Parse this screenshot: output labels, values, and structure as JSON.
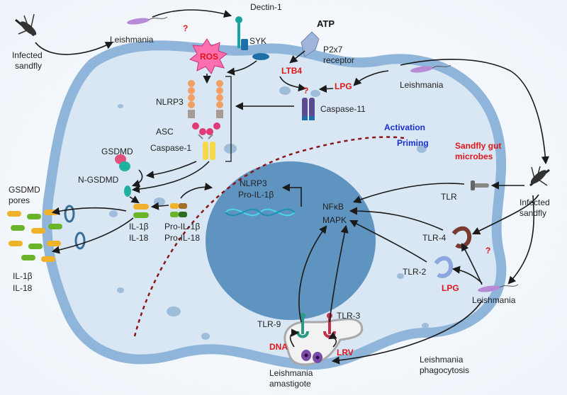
{
  "labels": {
    "infected_sandfly": [
      "Infected",
      "sandfly"
    ],
    "leishmania": "Leishmania",
    "dectin1": "Dectin-1",
    "syk": "SYK",
    "ros": "ROS",
    "atp": "ATP",
    "p2x7": [
      "P2x7",
      "receptor"
    ],
    "ltb4": "LTB4",
    "lpg": "LPG",
    "nlrp3": "NLRP3",
    "asc": "ASC",
    "caspase1": "Caspase-1",
    "caspase11": "Caspase-11",
    "activation": "Activation",
    "priming": "Priming",
    "gsdmd": "GSDMD",
    "n_gsdmd": "N-GSDMD",
    "gsdmd_pores": [
      "GSDMD",
      "pores"
    ],
    "il1b": "IL-1β",
    "il18": "IL-18",
    "pro_il1b": "Pro-IL-1β",
    "pro_il18": "Pro-IL-18",
    "nlrp3_nuc": "NLRP3",
    "pro_il1b_nuc": "Pro-IL-1β",
    "nfkb": "NFκB",
    "mapk": "MAPK",
    "tlr": "TLR",
    "tlr4": "TLR-4",
    "tlr2": "TLR-2",
    "tlr9": "TLR-9",
    "tlr3": "TLR-3",
    "dna": "DNA",
    "lrv": "LRV",
    "sandfly_gut_microbes": [
      "Sandfly gut",
      "microbes"
    ],
    "amastigote": [
      "Leishmania",
      "amastigote"
    ],
    "phagocytosis": [
      "Leishmania",
      "phagocytosis"
    ],
    "question": "?"
  },
  "colors": {
    "cell_outer": "#8fb6da",
    "cell_fill": "#d7e6f3",
    "nucleus_fill": "#5f93c0",
    "ros": "#ff6fae",
    "nlrp3": "#f2a064",
    "asc": "#e03a77",
    "caspase": "#f5d94a",
    "caspase11": "#5b4a8f",
    "red_label": "#e0161b",
    "blue_label": "#1a2fd0"
  }
}
